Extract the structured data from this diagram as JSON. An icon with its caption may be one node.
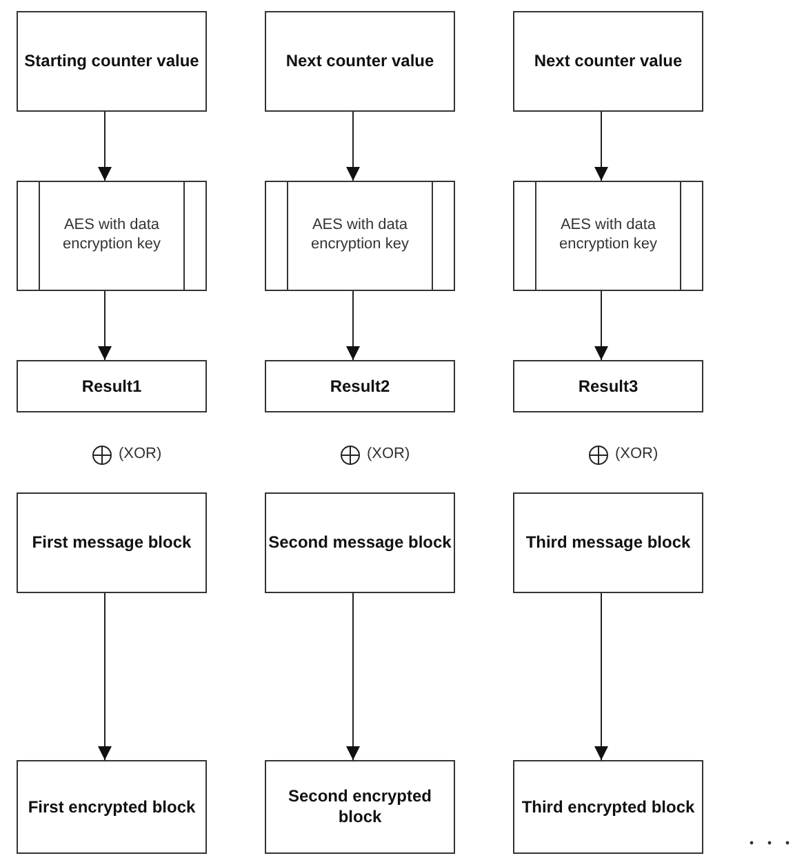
{
  "diagram": {
    "nodes": [
      {
        "text": [
          "Starting counter value"
        ]
      },
      {
        "text": [
          "Next counter value"
        ]
      },
      {
        "text": [
          "Next counter value"
        ]
      },
      {
        "text": [
          "AES with data encryption key"
        ]
      },
      {
        "text": [
          "AES with data encryption key"
        ]
      },
      {
        "text": [
          "AES with data encryption key"
        ]
      },
      {
        "text": [
          "Result1"
        ]
      },
      {
        "text": [
          "Result2"
        ]
      },
      {
        "text": [
          "Result3"
        ]
      },
      {
        "text": [
          "First message block"
        ]
      },
      {
        "text": [
          "Second message block"
        ]
      },
      {
        "text": [
          "Third message block"
        ]
      },
      {
        "text": [
          "First encrypted block"
        ]
      },
      {
        "text": [
          "Second encrypted block"
        ]
      },
      {
        "text": [
          "Third encrypted block"
        ]
      }
    ],
    "edges": [
      {
        "from": 0,
        "to": 3,
        "arrow": "to"
      },
      {
        "from": 1,
        "to": 4,
        "arrow": "to"
      },
      {
        "from": 2,
        "to": 5,
        "arrow": "to"
      },
      {
        "from": 3,
        "to": 6,
        "arrow": "to"
      },
      {
        "from": 4,
        "to": 7,
        "arrow": "to"
      },
      {
        "from": 5,
        "to": 8,
        "arrow": "to"
      },
      {
        "from": 9,
        "to": 12,
        "arrow": "to"
      },
      {
        "from": 10,
        "to": 13,
        "arrow": "to"
      },
      {
        "from": 11,
        "to": 14,
        "arrow": "to"
      }
    ],
    "labels": [
      "(XOR)",
      "(XOR)",
      "(XOR)"
    ]
  }
}
